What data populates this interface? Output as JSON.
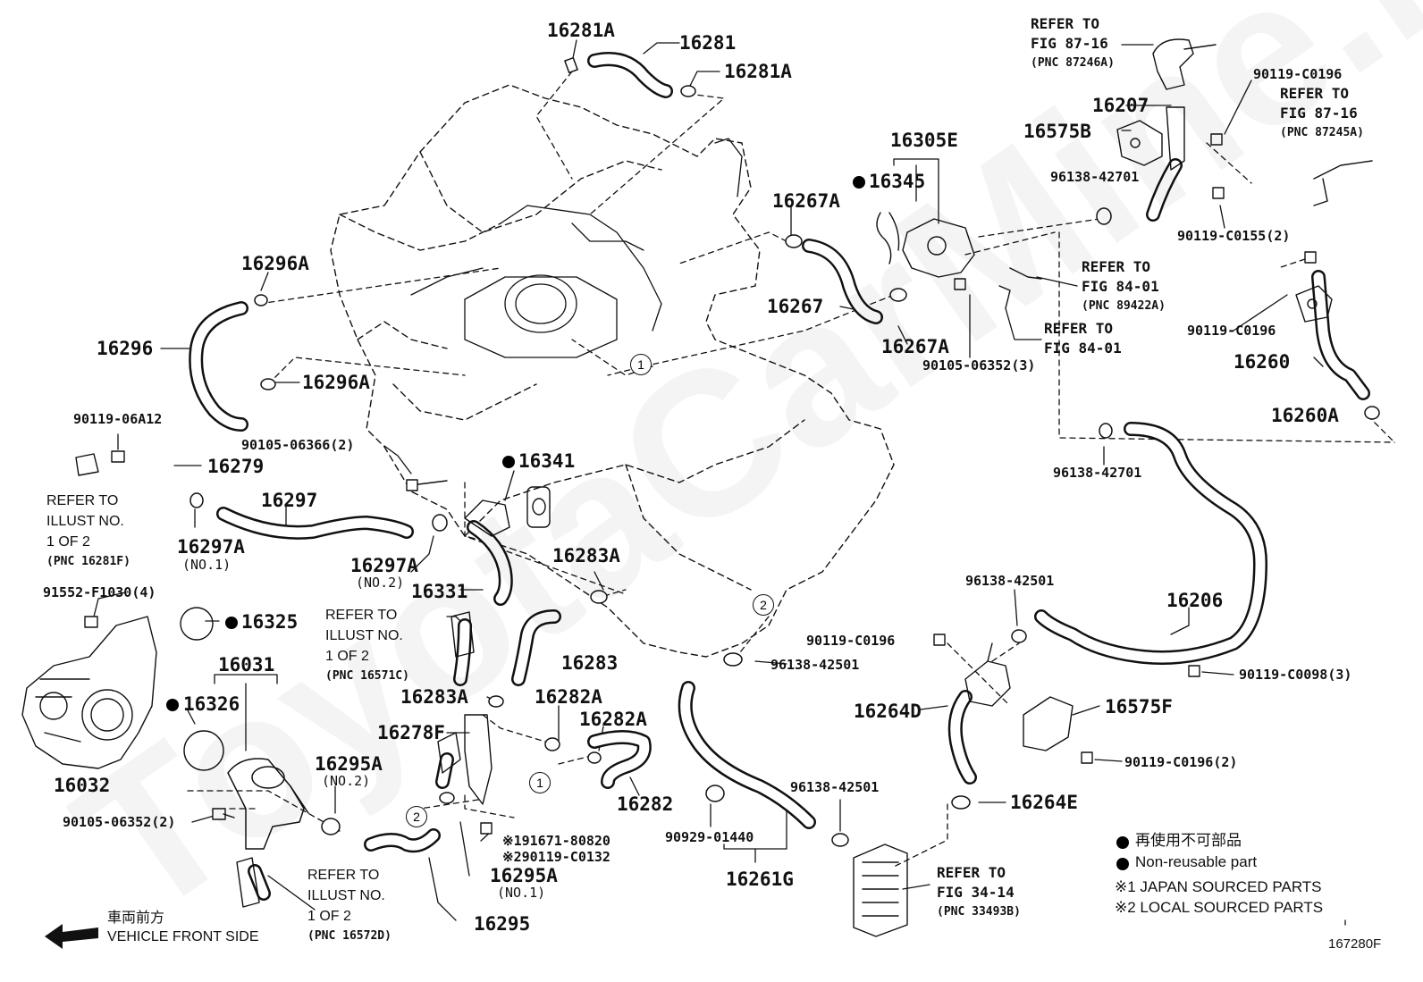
{
  "diagram": {
    "code": "167280F",
    "watermark": "ToyotaCarMine.ru",
    "accent_color": "#000000",
    "labels": {
      "p16281A_top": "16281A",
      "p16281": "16281",
      "p16281A_right": "16281A",
      "p16296A_top": "16296A",
      "p16296": "16296",
      "p16296A_bottom": "16296A",
      "p90119_06A12": "90119-06A12",
      "p16279": "16279",
      "p90105_06366": "90105-06366(2)",
      "p16297": "16297",
      "p16297A_1": "16297A",
      "p16297A_1_no": "(NO.1)",
      "p16297A_2": "16297A",
      "p16297A_2_no": "(NO.2)",
      "p16341": "16341",
      "p16331": "16331",
      "p16283A_right": "16283A",
      "p16283": "16283",
      "p91552": "91552-F1030(4)",
      "p16325": "16325",
      "p16031": "16031",
      "p16326": "16326",
      "p16032": "16032",
      "p90105_06352_2": "90105-06352(2)",
      "p16295A_2": "16295A",
      "p16295A_2_no": "(NO.2)",
      "p16283A_left": "16283A",
      "p16278F": "16278F",
      "p16282A_top": "16282A",
      "p16282A_mid": "16282A",
      "p16282": "16282",
      "p191671": "※191671-80820",
      "p290119": "※290119-C0132",
      "p16295A_1": "16295A",
      "p16295A_1_no": "(NO.1)",
      "p16295": "16295",
      "p16267A_top": "16267A",
      "p16267": "16267",
      "p16267A_bottom": "16267A",
      "p16345": "16345",
      "p16305E": "16305E",
      "p90105_06352_3": "90105-06352(3)",
      "p16207": "16207",
      "p16575B": "16575B",
      "p90119_C0196_a": "90119-C0196",
      "p96138_42701_a": "96138-42701",
      "p90119_C0155": "90119-C0155(2)",
      "p90119_C0196_b": "90119-C0196",
      "p16260": "16260",
      "p16260A": "16260A",
      "p96138_42701_b": "96138-42701",
      "p96138_42501_a": "96138-42501",
      "p16206": "16206",
      "p90119_C0196_c": "90119-C0196",
      "p96138_42501_b": "96138-42501",
      "p90119_C0098": "90119-C0098(3)",
      "p16264D": "16264D",
      "p16575F": "16575F",
      "p90119_C0196_2": "90119-C0196(2)",
      "p96138_42501_c": "96138-42501",
      "p90929_01440": "90929-01440",
      "p16261G": "16261G",
      "p16264E": "16264E"
    },
    "refs": {
      "fig87_16_a": {
        "l1": "REFER TO",
        "l2": "FIG 87-16",
        "l3": "(PNC 87246A)"
      },
      "fig87_16_b": {
        "l1": "REFER TO",
        "l2": "FIG 87-16",
        "l3": "(PNC 87245A)"
      },
      "fig84_01_a": {
        "l1": "REFER TO",
        "l2": "FIG 84-01",
        "l3": "(PNC 89422A)"
      },
      "fig84_01_b": {
        "l1": "REFER TO",
        "l2": "FIG 84-01"
      },
      "fig34_14": {
        "l1": "REFER TO",
        "l2": "FIG 34-14",
        "l3": "(PNC 33493B)"
      },
      "illust_16281F": {
        "l1": "REFER TO",
        "l2": "ILLUST NO.",
        "l3": "1 OF 2",
        "l4": "(PNC 16281F)"
      },
      "illust_16571C": {
        "l1": "REFER TO",
        "l2": "ILLUST NO.",
        "l3": "1 OF 2",
        "l4": "(PNC 16571C)"
      },
      "illust_16572D": {
        "l1": "REFER TO",
        "l2": "ILLUST NO.",
        "l3": "1 OF 2",
        "l4": "(PNC 16572D)"
      }
    },
    "circled": {
      "c1": "1",
      "c2": "2"
    },
    "front": {
      "jp": "車両前方",
      "en": "VEHICLE FRONT SIDE"
    },
    "legend": {
      "jp": "再使用不可部品",
      "en": "Non-reusable part",
      "note1": "※1 JAPAN SOURCED PARTS",
      "note2": "※2 LOCAL SOURCED PARTS"
    }
  }
}
